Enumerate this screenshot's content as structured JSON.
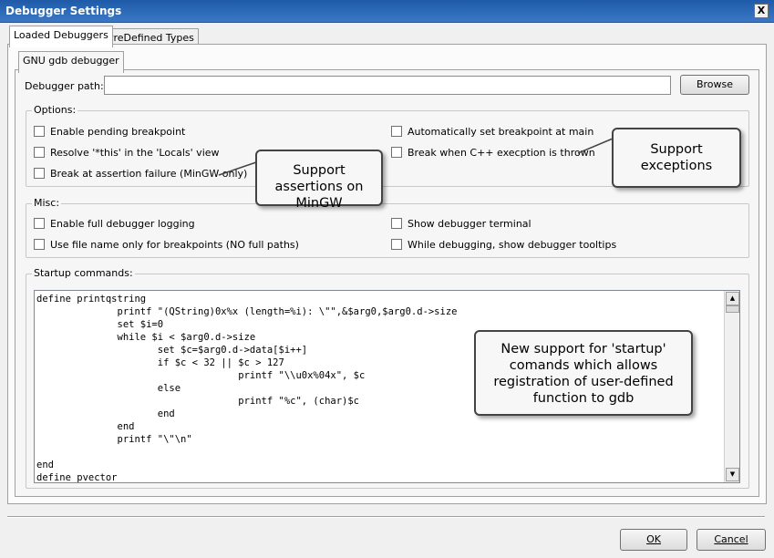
{
  "window": {
    "title": "Debugger Settings",
    "close_label": "X"
  },
  "tabs": [
    "Loaded Debuggers",
    "PreDefined Types"
  ],
  "subtab": "GNU gdb debugger",
  "debugger_path": {
    "label": "Debugger path:",
    "value": "",
    "browse": "Browse"
  },
  "options": {
    "legend": "Options:",
    "left": [
      "Enable pending breakpoint",
      "Resolve '*this' in the 'Locals' view",
      "Break at assertion failure (MinGW only)"
    ],
    "right": [
      "Automatically set breakpoint at main",
      "Break when C++ execption is thrown"
    ]
  },
  "misc": {
    "legend": "Misc:",
    "left": [
      "Enable full debugger logging",
      "Use file name only for breakpoints (NO full paths)"
    ],
    "right": [
      "Show debugger terminal",
      "While debugging, show debugger tooltips"
    ]
  },
  "startup": {
    "legend": "Startup commands:",
    "code": "define printqstring\n              printf \"(QString)0x%x (length=%i): \\\"\",&$arg0,$arg0.d->size\n              set $i=0\n              while $i < $arg0.d->size\n                     set $c=$arg0.d->data[$i++]\n                     if $c < 32 || $c > 127\n                                   printf \"\\\\u0x%04x\", $c\n                     else\n                                   printf \"%c\", (char)$c\n                     end\n              end\n              printf \"\\\"\\n\"\n\nend\ndefine pvector"
  },
  "callouts": {
    "assertions": "Support assertions on MinGW",
    "exceptions": "Support exceptions",
    "startup": "New support for 'startup' comands which allows registration of user-defined function to gdb"
  },
  "buttons": {
    "ok": "OK",
    "cancel": "Cancel"
  }
}
